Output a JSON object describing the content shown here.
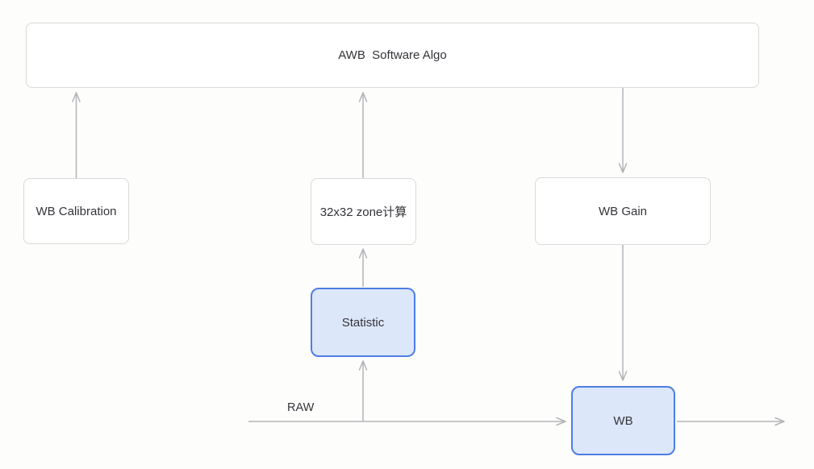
{
  "diagram": {
    "nodes": {
      "awb_algo": {
        "label": "AWB  Software Algo"
      },
      "wb_calibration": {
        "label": "WB Calibration"
      },
      "zone_calc": {
        "label": "32x32 zone计算"
      },
      "wb_gain": {
        "label": "WB Gain"
      },
      "statistic": {
        "label": "Statistic"
      },
      "wb": {
        "label": "WB"
      }
    },
    "labels": {
      "raw": "RAW"
    },
    "colors": {
      "background": "#fdfdfb",
      "node_border": "#d9d9d9",
      "node_fill": "#ffffff",
      "highlight_border": "#4e7de4",
      "highlight_fill": "#dde7fa",
      "arrow": "#b3b3b9",
      "text": "#34343a"
    }
  }
}
